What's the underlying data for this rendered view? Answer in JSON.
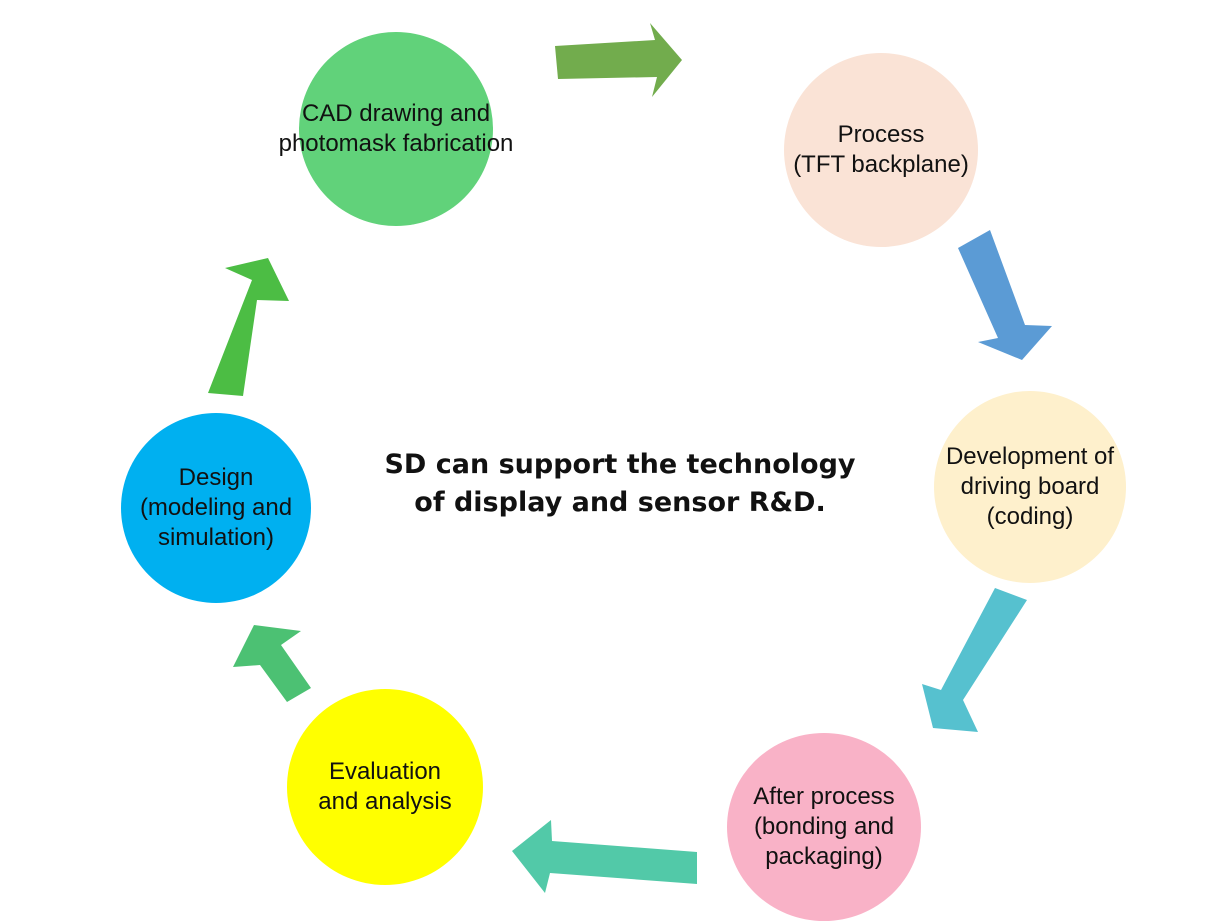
{
  "title": {
    "line1": "SD can support the technology",
    "line2": "of display and sensor R&D."
  },
  "nodes": [
    {
      "id": "cad",
      "lines": [
        "CAD drawing and",
        "photomask fabrication"
      ],
      "color": "#61d27a"
    },
    {
      "id": "process",
      "lines": [
        "Process",
        "(TFT backplane)"
      ],
      "color": "#fae3d6"
    },
    {
      "id": "driving",
      "lines": [
        "Development of",
        "driving board",
        "(coding)"
      ],
      "color": "#fef0cc"
    },
    {
      "id": "after",
      "lines": [
        "After process",
        "(bonding and",
        "packaging)"
      ],
      "color": "#f9b2c7"
    },
    {
      "id": "evaluation",
      "lines": [
        "Evaluation",
        "and analysis"
      ],
      "color": "#ffff00"
    },
    {
      "id": "design",
      "lines": [
        "Design",
        "(modeling and",
        "simulation)"
      ],
      "color": "#00b0f0"
    }
  ],
  "arrows": [
    {
      "from": "cad",
      "to": "process",
      "color": "#72ac4d"
    },
    {
      "from": "process",
      "to": "driving",
      "color": "#5b9bd5"
    },
    {
      "from": "driving",
      "to": "after",
      "color": "#56c1cf"
    },
    {
      "from": "after",
      "to": "evaluation",
      "color": "#52c9a8"
    },
    {
      "from": "evaluation",
      "to": "design",
      "color": "#4cc173"
    },
    {
      "from": "design",
      "to": "cad",
      "color": "#4cbd44"
    }
  ]
}
